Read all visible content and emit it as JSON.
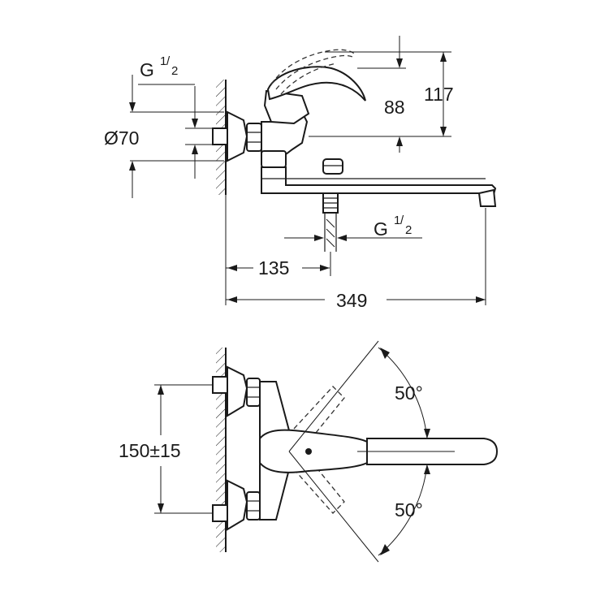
{
  "side_view": {
    "thread_top": {
      "letter": "G",
      "num": "1",
      "den": "2"
    },
    "diameter": "Ø70",
    "height_88": "88",
    "height_117": "117",
    "thread_bottom": {
      "letter": "G",
      "num": "1",
      "den": "2"
    },
    "width_135": "135",
    "width_349": "349"
  },
  "top_view": {
    "spacing": "150±15",
    "angle_top": "50°",
    "angle_bottom": "50°"
  }
}
